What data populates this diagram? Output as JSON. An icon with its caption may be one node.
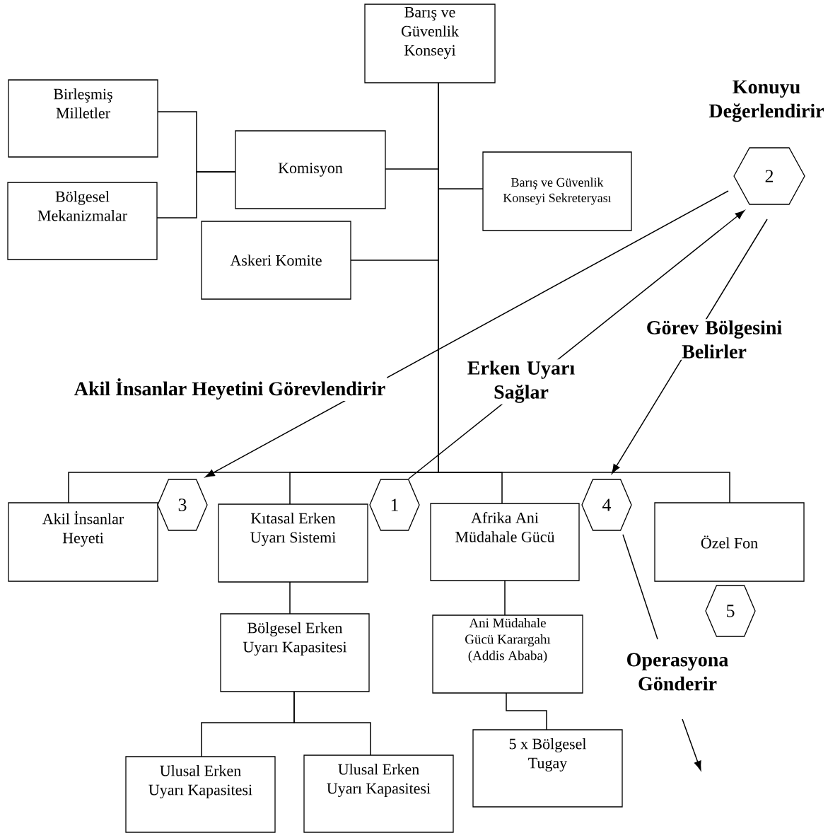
{
  "diagram": {
    "nodes": [
      {
        "text": [
          "Barış ve Güvenlik Konseyi"
        ]
      },
      {
        "text": [
          "Birleşmiş Milletler"
        ]
      },
      {
        "text": [
          "Bölgesel Mekanizmalar"
        ]
      },
      {
        "text": [
          "Komisyon"
        ]
      },
      {
        "text": [
          "Barış ve Güvenlik Konseyi Sekreteryası"
        ]
      },
      {
        "text": [
          "Askeri Komite"
        ]
      },
      {
        "text": [
          "2"
        ],
        "beside": [
          "Konuyu Değerlendirir"
        ]
      },
      {
        "text": [
          "Akil İnsanlar Heyeti"
        ]
      },
      {
        "text": [
          "3"
        ]
      },
      {
        "text": [
          "Kıtasal Erken Uyarı Sistemi"
        ]
      },
      {
        "text": [
          "1"
        ]
      },
      {
        "text": [
          "Afrika Ani Müdahale Gücü"
        ]
      },
      {
        "text": [
          "4"
        ]
      },
      {
        "text": [
          "Özel Fon"
        ]
      },
      {
        "text": [
          "5"
        ]
      },
      {
        "text": [
          "Bölgesel Erken Uyarı Kapasitesi"
        ]
      },
      {
        "text": [
          "Ani Müdahale Gücü Karargahı (Addis Ababa)"
        ]
      },
      {
        "text": [
          "Ulusal Erken Uyarı Kapasitesi"
        ]
      },
      {
        "text": [
          "Ulusal Erken Uyarı Kapasitesi"
        ]
      },
      {
        "text": [
          "5 x Bölgesel Tugay"
        ]
      }
    ],
    "edges": [
      {
        "from": 0,
        "to": 3,
        "arrow": "none"
      },
      {
        "from": 0,
        "to": 4,
        "arrow": "none"
      },
      {
        "from": 0,
        "to": 5,
        "arrow": "none"
      },
      {
        "from": 1,
        "to": 3,
        "arrow": "none"
      },
      {
        "from": 2,
        "to": 3,
        "arrow": "none"
      },
      {
        "from": 0,
        "to": 7,
        "arrow": "none"
      },
      {
        "from": 0,
        "to": 9,
        "arrow": "none"
      },
      {
        "from": 0,
        "to": 11,
        "arrow": "none"
      },
      {
        "from": 0,
        "to": 13,
        "arrow": "none"
      },
      {
        "from": 9,
        "to": 15,
        "arrow": "none"
      },
      {
        "from": 15,
        "to": 17,
        "arrow": "none"
      },
      {
        "from": 15,
        "to": 18,
        "arrow": "none"
      },
      {
        "from": 11,
        "to": 16,
        "arrow": "none"
      },
      {
        "from": 16,
        "to": 19,
        "arrow": "none"
      },
      {
        "from": 6,
        "to": 8,
        "arrow": "to",
        "label": "Akil İnsanlar Heyetini Görevlendirir"
      },
      {
        "from": 10,
        "to": 6,
        "arrow": "to",
        "label": "Erken Uyarı Sağlar"
      },
      {
        "from": 6,
        "to": 12,
        "arrow": "to",
        "label": "Görev Bölgesini Belirler"
      },
      {
        "from": 12,
        "to": null,
        "arrow": "to",
        "label": "Operasyona Gönderir"
      }
    ]
  }
}
